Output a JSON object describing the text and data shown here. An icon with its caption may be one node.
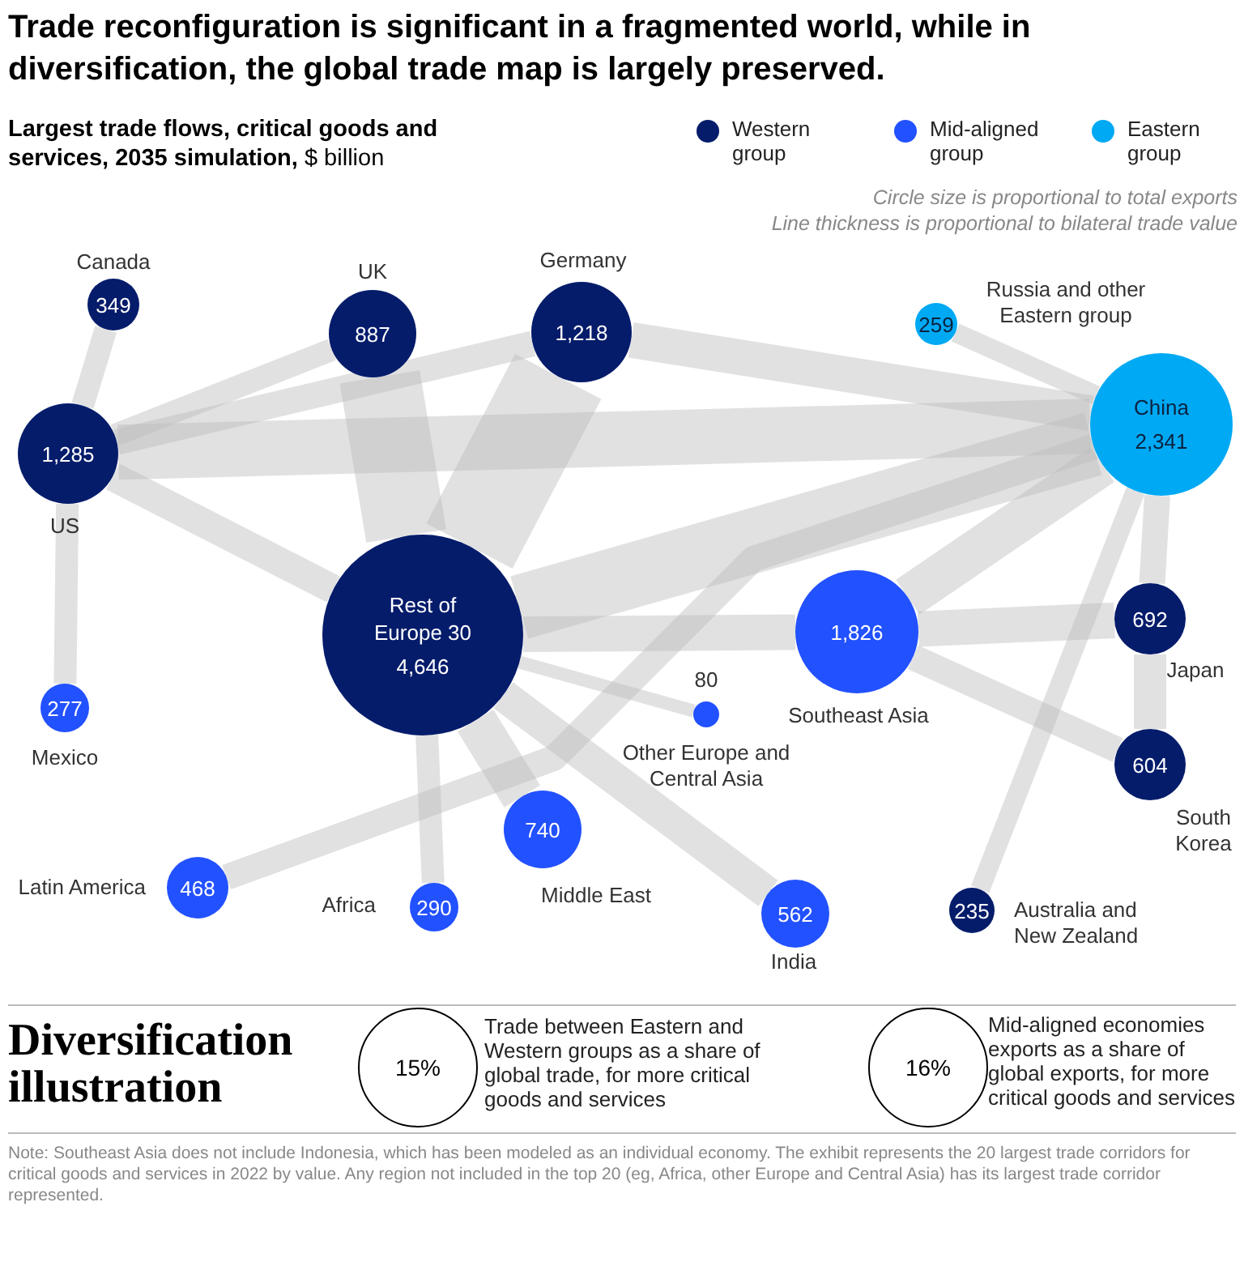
{
  "diagram": {
    "title": "Trade reconfiguration is significant in a fragmented world, while in diversification, the global trade map is largely preserved.",
    "nodes": [
      {
        "text": [
          "349"
        ],
        "beside": [
          "Canada"
        ]
      },
      {
        "text": [
          "887"
        ],
        "beside": [
          "UK"
        ]
      },
      {
        "text": [
          "1,218"
        ],
        "beside": [
          "Germany"
        ]
      },
      {
        "text": [
          "259"
        ],
        "beside": [
          "Russia and other Eastern group"
        ]
      },
      {
        "text": [
          "1,285"
        ],
        "beside": [
          "US"
        ]
      },
      {
        "text": [
          "China",
          "2,341"
        ]
      },
      {
        "text": [
          "Rest of Europe 30",
          "4,646"
        ]
      },
      {
        "text": [
          "1,826"
        ],
        "beside": [
          "Southeast Asia"
        ]
      },
      {
        "text": [
          "692"
        ],
        "beside": [
          "Japan"
        ]
      },
      {
        "text": [
          "277"
        ],
        "beside": [
          "Mexico"
        ]
      },
      {
        "text": [],
        "shape": "circle",
        "beside": [
          "80",
          "Other Europe and Central Asia"
        ]
      },
      {
        "text": [
          "604"
        ],
        "beside": [
          "South Korea"
        ]
      },
      {
        "text": [
          "740"
        ],
        "beside": [
          "Middle East"
        ]
      },
      {
        "text": [
          "468"
        ],
        "beside": [
          "Latin America"
        ]
      },
      {
        "text": [
          "290"
        ],
        "beside": [
          "Africa"
        ]
      },
      {
        "text": [
          "562"
        ],
        "beside": [
          "India"
        ]
      },
      {
        "text": [
          "235"
        ],
        "beside": [
          "Australia and New Zealand"
        ]
      },
      {
        "text": [
          "15%"
        ],
        "beside": [
          "Trade between Eastern and Western groups as a share of global trade, for more critical goods and services"
        ]
      },
      {
        "text": [
          "16%"
        ],
        "beside": [
          "Mid-aligned economies exports as a share of global exports, for more critical goods and services"
        ]
      }
    ],
    "edges": [
      {
        "from": 4,
        "to": 0,
        "arrow": "none"
      },
      {
        "from": 4,
        "to": 9,
        "arrow": "none"
      },
      {
        "from": 4,
        "to": 1,
        "arrow": "none"
      },
      {
        "from": 4,
        "to": 2,
        "arrow": "none"
      },
      {
        "from": 4,
        "to": 5,
        "arrow": "none",
        "style": "thick"
      },
      {
        "from": 4,
        "to": 6,
        "arrow": "none"
      },
      {
        "from": 7,
        "to": 11,
        "arrow": "none"
      },
      {
        "from": 1,
        "to": 6,
        "arrow": "none",
        "style": "thick"
      },
      {
        "from": 2,
        "to": 6,
        "arrow": "none",
        "style": "thick"
      },
      {
        "from": 2,
        "to": 5,
        "arrow": "none"
      },
      {
        "from": 3,
        "to": 5,
        "arrow": "none"
      },
      {
        "from": 6,
        "to": 5,
        "arrow": "none",
        "style": "thick"
      },
      {
        "from": 5,
        "to": 7,
        "arrow": "none"
      },
      {
        "from": 5,
        "to": 8,
        "arrow": "none"
      },
      {
        "from": 8,
        "to": 11,
        "arrow": "none"
      },
      {
        "from": 5,
        "to": 16,
        "arrow": "none"
      },
      {
        "from": 5,
        "to": 13,
        "arrow": "none"
      },
      {
        "from": 6,
        "to": 14,
        "arrow": "none"
      },
      {
        "from": 6,
        "to": 12,
        "arrow": "none"
      },
      {
        "from": 6,
        "to": 15,
        "arrow": "none"
      },
      {
        "from": 6,
        "to": 10,
        "arrow": "none"
      },
      {
        "from": 6,
        "to": 7,
        "arrow": "none"
      },
      {
        "from": 7,
        "to": 8,
        "arrow": "none"
      }
    ],
    "labels": [
      "**Largest trade flows, critical goods and services, 2035 simulation,** $ billion",
      "Circle size is proportional to total exports",
      "Line thickness is proportional to bilateral trade value",
      "Diversification illustration",
      "Note: Southeast Asia does not include Indonesia, which has been modeled as an individual economy. The exhibit represents the 20 largest trade corridors for critical goods and services in 2022 by value. Any region not included in the top 20 (eg, Africa, other Europe and Central Asia) has its largest trade corridor represented."
    ],
    "legend": [
      {
        "text": "Western group",
        "color": "#051c6b"
      },
      {
        "text": "Mid-aligned group",
        "color": "#2251ff"
      },
      {
        "text": "Eastern group",
        "color": "#00a9f4"
      }
    ]
  }
}
